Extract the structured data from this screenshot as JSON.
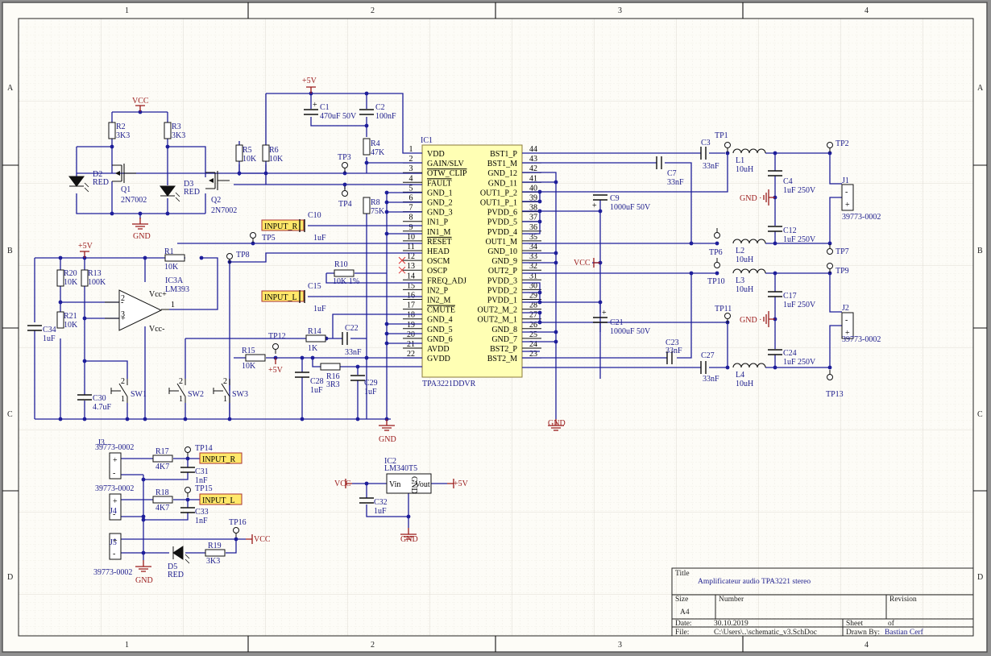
{
  "sheet": {
    "columns": [
      "1",
      "2",
      "3",
      "4"
    ],
    "rows": [
      "A",
      "B",
      "C",
      "D"
    ]
  },
  "ic1": {
    "ref": "IC1",
    "part": "TPA3221DDVR",
    "left_pins": [
      {
        "num": "1",
        "name": "VDD"
      },
      {
        "num": "2",
        "name": "GAIN/SLV"
      },
      {
        "num": "3",
        "name": "OTW_CLIP",
        "overbar": true
      },
      {
        "num": "4",
        "name": "FAULT",
        "overbar": true
      },
      {
        "num": "5",
        "name": "GND_1"
      },
      {
        "num": "6",
        "name": "GND_2"
      },
      {
        "num": "7",
        "name": "GND_3"
      },
      {
        "num": "8",
        "name": "IN1_P"
      },
      {
        "num": "9",
        "name": "IN1_M"
      },
      {
        "num": "10",
        "name": "RESET",
        "overbar": true
      },
      {
        "num": "11",
        "name": "HEAD"
      },
      {
        "num": "12",
        "name": "OSCM"
      },
      {
        "num": "13",
        "name": "OSCP"
      },
      {
        "num": "14",
        "name": "FREQ_ADJ"
      },
      {
        "num": "15",
        "name": "IN2_P"
      },
      {
        "num": "16",
        "name": "IN2_M"
      },
      {
        "num": "17",
        "name": "CMUTE",
        "overbar": true
      },
      {
        "num": "18",
        "name": "GND_4"
      },
      {
        "num": "19",
        "name": "GND_5"
      },
      {
        "num": "20",
        "name": "GND_6"
      },
      {
        "num": "21",
        "name": "AVDD"
      },
      {
        "num": "22",
        "name": "GVDD"
      }
    ],
    "right_pins": [
      {
        "num": "44",
        "name": "BST1_P"
      },
      {
        "num": "43",
        "name": "BST1_M"
      },
      {
        "num": "42",
        "name": "GND_12"
      },
      {
        "num": "41",
        "name": "GND_11"
      },
      {
        "num": "40",
        "name": "OUT1_P_2"
      },
      {
        "num": "39",
        "name": "OUT1_P_1"
      },
      {
        "num": "38",
        "name": "PVDD_6"
      },
      {
        "num": "37",
        "name": "PVDD_5"
      },
      {
        "num": "36",
        "name": "PVDD_4"
      },
      {
        "num": "35",
        "name": "OUT1_M"
      },
      {
        "num": "34",
        "name": "GND_10"
      },
      {
        "num": "33",
        "name": "GND_9"
      },
      {
        "num": "32",
        "name": "OUT2_P"
      },
      {
        "num": "31",
        "name": "PVDD_3"
      },
      {
        "num": "30",
        "name": "PVDD_2"
      },
      {
        "num": "29",
        "name": "PVDD_1"
      },
      {
        "num": "28",
        "name": "OUT2_M_2"
      },
      {
        "num": "27",
        "name": "OUT2_M_1"
      },
      {
        "num": "26",
        "name": "GND_8"
      },
      {
        "num": "25",
        "name": "GND_7"
      },
      {
        "num": "24",
        "name": "BST2_P"
      },
      {
        "num": "23",
        "name": "BST2_M"
      }
    ]
  },
  "power": {
    "vcc": "VCC",
    "gnd": "GND",
    "v5": "+5V"
  },
  "components": {
    "R1": {
      "ref": "R1",
      "val": "10K"
    },
    "R2": {
      "ref": "R2",
      "val": "3K3"
    },
    "R3": {
      "ref": "R3",
      "val": "3K3"
    },
    "R4": {
      "ref": "R4",
      "val": "47K"
    },
    "R5": {
      "ref": "R5",
      "val": "10K"
    },
    "R6": {
      "ref": "R6",
      "val": "10K"
    },
    "R8": {
      "ref": "R8",
      "val": "75K"
    },
    "R10": {
      "ref": "R10",
      "val": "10K 1%"
    },
    "R13": {
      "ref": "R13",
      "val": "100K"
    },
    "R14": {
      "ref": "R14",
      "val": "1K"
    },
    "R15": {
      "ref": "R15",
      "val": "10K"
    },
    "R16": {
      "ref": "R16",
      "val": "3R3"
    },
    "R17": {
      "ref": "R17",
      "val": "4K7"
    },
    "R18": {
      "ref": "R18",
      "val": "4K7"
    },
    "R19": {
      "ref": "R19",
      "val": "3K3"
    },
    "R20": {
      "ref": "R20",
      "val": "10K"
    },
    "R21": {
      "ref": "R21",
      "val": "10K"
    },
    "C1": {
      "ref": "C1",
      "val": "470uF 50V"
    },
    "C2": {
      "ref": "C2",
      "val": "100nF"
    },
    "C3": {
      "ref": "C3",
      "val": "33nF"
    },
    "C4": {
      "ref": "C4",
      "val": "1uF 250V"
    },
    "C7": {
      "ref": "C7",
      "val": "33nF"
    },
    "C9": {
      "ref": "C9",
      "val": "1000uF 50V"
    },
    "C10": {
      "ref": "C10",
      "val": "1uF"
    },
    "C12": {
      "ref": "C12",
      "val": "1uF 250V"
    },
    "C15": {
      "ref": "C15",
      "val": "1uF"
    },
    "C17": {
      "ref": "C17",
      "val": "1uF 250V"
    },
    "C21": {
      "ref": "C21",
      "val": "1000uF 50V"
    },
    "C22": {
      "ref": "C22",
      "val": "33nF"
    },
    "C23": {
      "ref": "C23",
      "val": "33nF"
    },
    "C24": {
      "ref": "C24",
      "val": "1uF 250V"
    },
    "C27": {
      "ref": "C27",
      "val": "33nF"
    },
    "C28": {
      "ref": "C28",
      "val": "1uF"
    },
    "C29": {
      "ref": "C29",
      "val": "1uF"
    },
    "C30": {
      "ref": "C30",
      "val": "4.7uF"
    },
    "C31": {
      "ref": "C31",
      "val": "1nF"
    },
    "C32": {
      "ref": "C32",
      "val": "1uF"
    },
    "C33": {
      "ref": "C33",
      "val": "1nF"
    },
    "C34": {
      "ref": "C34",
      "val": "1uF"
    },
    "L1": {
      "ref": "L1",
      "val": "10uH"
    },
    "L2": {
      "ref": "L2",
      "val": "10uH"
    },
    "L3": {
      "ref": "L3",
      "val": "10uH"
    },
    "L4": {
      "ref": "L4",
      "val": "10uH"
    },
    "D2": {
      "ref": "D2",
      "val": "RED"
    },
    "D3": {
      "ref": "D3",
      "val": "RED"
    },
    "D5": {
      "ref": "D5",
      "val": "RED"
    },
    "Q1": {
      "ref": "Q1",
      "val": "2N7002"
    },
    "Q2": {
      "ref": "Q2",
      "val": "2N7002"
    },
    "IC3A": {
      "ref": "IC3A",
      "val": "LM393",
      "vplus": "Vcc+",
      "vminus": "Vcc-",
      "pin_in_neg": "2",
      "pin_in_pos": "3",
      "pin_out": "1"
    },
    "IC2": {
      "ref": "IC2",
      "val": "LM340T5",
      "vin": "Vin",
      "vout": "Vout",
      "gnd": "GND"
    },
    "J1": {
      "ref": "J1",
      "val": "39773-0002"
    },
    "J2": {
      "ref": "J2",
      "val": "39773-0002"
    },
    "J3": {
      "ref": "J3",
      "val": "39773-0002"
    },
    "J4": {
      "ref": "J4",
      "val": "39773-0002"
    },
    "J5": {
      "ref": "J5",
      "val": "39773-0002"
    },
    "SW1": {
      "ref": "SW1"
    },
    "SW2": {
      "ref": "SW2"
    },
    "SW3": {
      "ref": "SW3"
    }
  },
  "testpoints": [
    "TP1",
    "TP2",
    "TP3",
    "TP4",
    "TP5",
    "TP6",
    "TP7",
    "TP8",
    "TP9",
    "TP10",
    "TP11",
    "TP12",
    "TP13",
    "TP14",
    "TP15",
    "TP16"
  ],
  "net_labels": {
    "input_r": "INPUT_R",
    "input_l": "INPUT_L"
  },
  "title_block": {
    "title_label": "Title",
    "title": "Amplificateur audio TPA3221 stereo",
    "size_label": "Size",
    "size": "A4",
    "number_label": "Number",
    "revision_label": "Revision",
    "date_label": "Date:",
    "date": "30.10.2019",
    "sheet_label": "Sheet",
    "of_label": "of",
    "file_label": "File:",
    "file": "C:\\Users\\..\\schematic_v3.SchDoc",
    "drawn_label": "Drawn By:",
    "drawn_by": "Bastian Cerf"
  }
}
